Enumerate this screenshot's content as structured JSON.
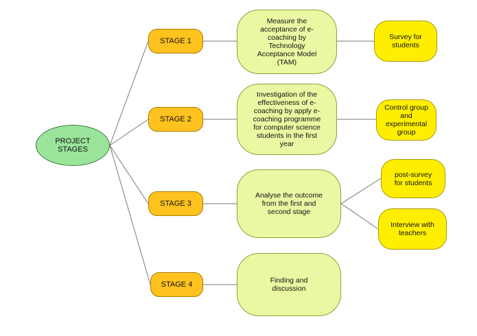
{
  "diagram": {
    "root": {
      "label": "PROJECT\nSTAGES"
    },
    "stages": [
      {
        "label": "STAGE 1",
        "description": "Measure the\nacceptance of e-\ncoaching by\nTechnology\nAcceptance Model\n(TAM)",
        "outputs": [
          "Survey for\nstudents"
        ]
      },
      {
        "label": "STAGE 2",
        "description": "Investigation of the\neffectiveness of e-\ncoaching by apply e-\ncoaching programme\nfor computer science\nstudents in the first\nyear",
        "outputs": [
          "Control group\nand\nexperimental\ngroup"
        ]
      },
      {
        "label": "STAGE 3",
        "description": "Analyse the outcome\nfrom the first and\nsecond stage",
        "outputs": [
          "post-survey\nfor students",
          "Interview with\nteachers"
        ]
      },
      {
        "label": "STAGE 4",
        "description": "Finding and\ndiscussion",
        "outputs": []
      }
    ],
    "colors": {
      "root_fill": "#9be49b",
      "stage_fill": "#ffc21e",
      "description_fill": "#e9f8a2",
      "output_fill": "#ffee00",
      "connector": "#777777"
    }
  }
}
